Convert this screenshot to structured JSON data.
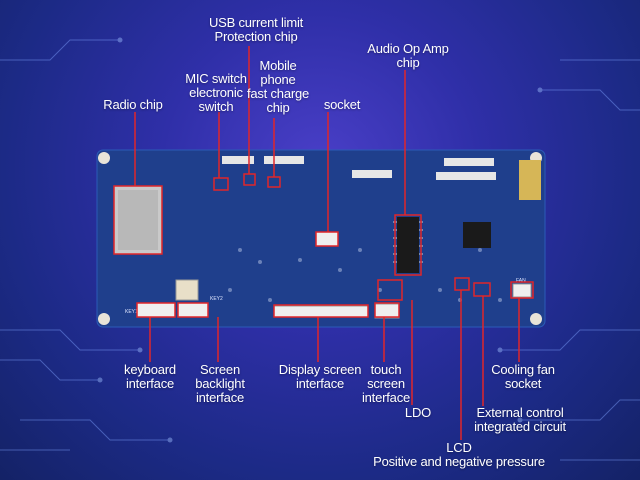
{
  "labels": {
    "usb_current_limit": "USB current limit\nProtection chip",
    "audio_op_amp": "Audio Op Amp\nchip",
    "mic_switch": "MIC switch\nelectronic\nswitch",
    "mobile_fast_charge": "Mobile\nphone\nfast charge\nchip",
    "radio_chip": "Radio chip",
    "socket": "socket",
    "keyboard_interface": "keyboard\ninterface",
    "screen_backlight": "Screen\nbacklight\ninterface",
    "display_screen": "Display screen\ninterface",
    "touch_screen": "touch\nscreen\ninterface",
    "cooling_fan": "Cooling fan\nsocket",
    "ldo": "LDO",
    "external_control": "External control\nintegrated circuit",
    "lcd_pressure": "LCD\nPositive and negative pressure"
  },
  "silkscreen": {
    "key1": "KEY1",
    "key2": "KEY2",
    "fan": "FAN"
  },
  "colors": {
    "callout": "#e0262a",
    "board": "#1d3f8a",
    "label_text": "#ffffff"
  }
}
